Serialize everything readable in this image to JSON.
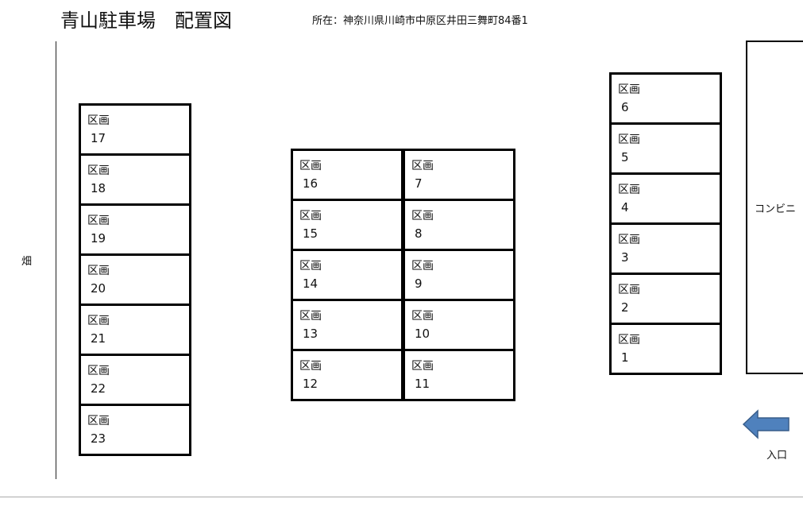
{
  "header": {
    "title": "青山駐車場　配置図",
    "address": "所在：神奈川県川崎市中原区井田三舞町84番1"
  },
  "labels": {
    "field": "畑",
    "store": "コンビニ",
    "entrance": "入口"
  },
  "section_label": "区画",
  "blocks": {
    "left": [
      "17",
      "18",
      "19",
      "20",
      "21",
      "22",
      "23"
    ],
    "middle_left": [
      "16",
      "15",
      "14",
      "13",
      "12"
    ],
    "middle_right": [
      "7",
      "8",
      "9",
      "10",
      "11"
    ],
    "right": [
      "6",
      "5",
      "4",
      "3",
      "2",
      "1"
    ]
  },
  "colors": {
    "arrow": "#4f81bd",
    "arrow_border": "#385d8a"
  },
  "icons": {
    "entrance_arrow": "arrow-left-icon"
  }
}
